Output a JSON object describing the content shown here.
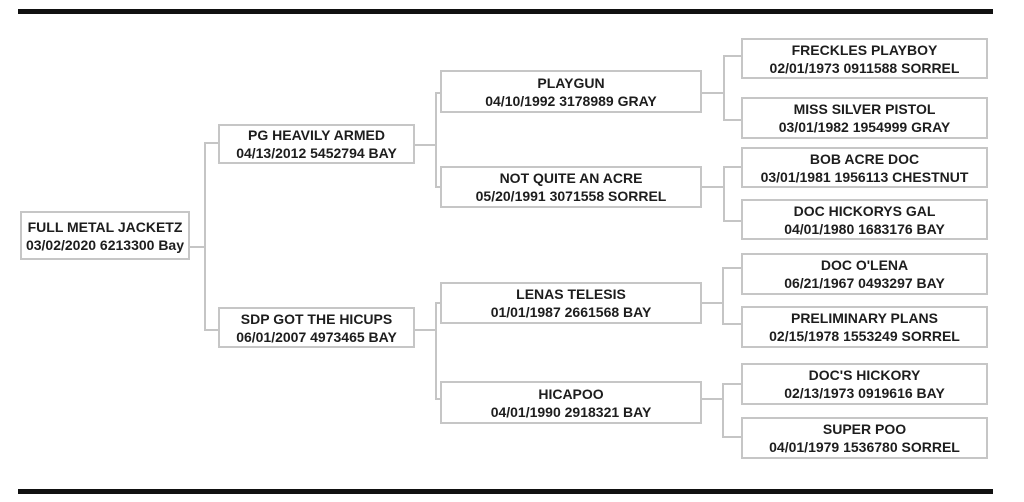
{
  "colors": {
    "background": "#ffffff",
    "box_border": "#c6c6c6",
    "connector": "#c5c5c5",
    "rule": "#111111",
    "text": "#1d1d1d"
  },
  "pedigree": {
    "subject": {
      "name": "FULL METAL JACKETZ",
      "details": "03/02/2020 6213300 Bay"
    },
    "generation2": [
      {
        "name": "PG HEAVILY ARMED",
        "details": "04/13/2012 5452794 BAY"
      },
      {
        "name": "SDP GOT THE HICUPS",
        "details": "06/01/2007 4973465 BAY"
      }
    ],
    "generation3": [
      {
        "name": "PLAYGUN",
        "details": "04/10/1992 3178989 GRAY"
      },
      {
        "name": "NOT QUITE AN ACRE",
        "details": "05/20/1991 3071558 SORREL"
      },
      {
        "name": "LENAS TELESIS",
        "details": "01/01/1987 2661568 BAY"
      },
      {
        "name": "HICAPOO",
        "details": "04/01/1990 2918321 BAY"
      }
    ],
    "generation4": [
      {
        "name": "FRECKLES PLAYBOY",
        "details": "02/01/1973 0911588 SORREL"
      },
      {
        "name": "MISS SILVER PISTOL",
        "details": "03/01/1982 1954999 GRAY"
      },
      {
        "name": "BOB ACRE DOC",
        "details": "03/01/1981 1956113 CHESTNUT"
      },
      {
        "name": "DOC HICKORYS GAL",
        "details": "04/01/1980 1683176 BAY"
      },
      {
        "name": "DOC O'LENA",
        "details": "06/21/1967 0493297 BAY"
      },
      {
        "name": "PRELIMINARY PLANS",
        "details": "02/15/1978 1553249 SORREL"
      },
      {
        "name": "DOC'S HICKORY",
        "details": "02/13/1973 0919616 BAY"
      },
      {
        "name": "SUPER POO",
        "details": "04/01/1979 1536780 SORREL"
      }
    ]
  }
}
